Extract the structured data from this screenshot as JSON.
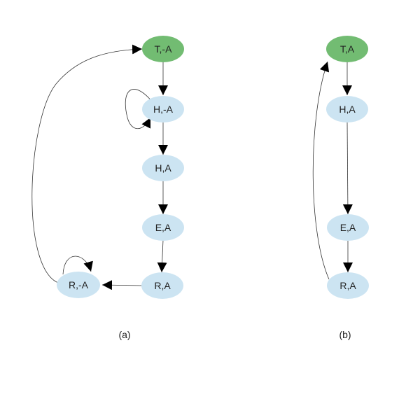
{
  "colors": {
    "start_fill": "#72BC72",
    "node_fill": "#CCE4F2",
    "edge": "#333333",
    "arrowhead": "#000000"
  },
  "diagram_a": {
    "caption": "(a)",
    "nodes": {
      "t_not_a": "T,-A",
      "h_not_a": "H,-A",
      "h_a": "H,A",
      "e_a": "E,A",
      "r_a": "R,A",
      "r_not_a": "R,-A"
    }
  },
  "diagram_b": {
    "caption": "(b)",
    "nodes": {
      "t_a": "T,A",
      "h_a": "H,A",
      "e_a": "E,A",
      "r_a": "R,A"
    }
  }
}
